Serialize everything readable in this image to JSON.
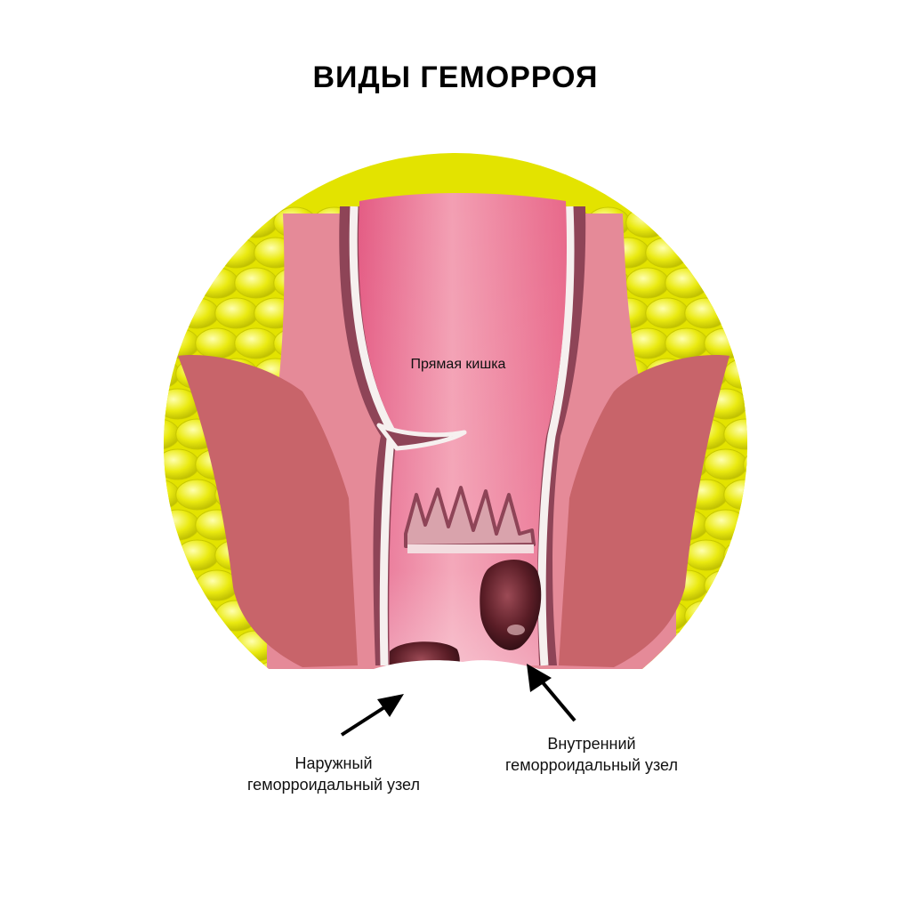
{
  "title": "ВИДЫ ГЕМОРРОЯ",
  "labels": {
    "rectum": "Прямая кишка",
    "external_line1": "Наружный",
    "external_line2": "геморроидальный узел",
    "internal_line1": "Внутренний",
    "internal_line2": "геморроидальный узел"
  },
  "colors": {
    "fat": "#e6e600",
    "muscle": "#c8646a",
    "wall": "#e58a98",
    "dark_wall": "#8e4457",
    "lumen": "#ea6f8f",
    "node": "#5a1d26"
  }
}
